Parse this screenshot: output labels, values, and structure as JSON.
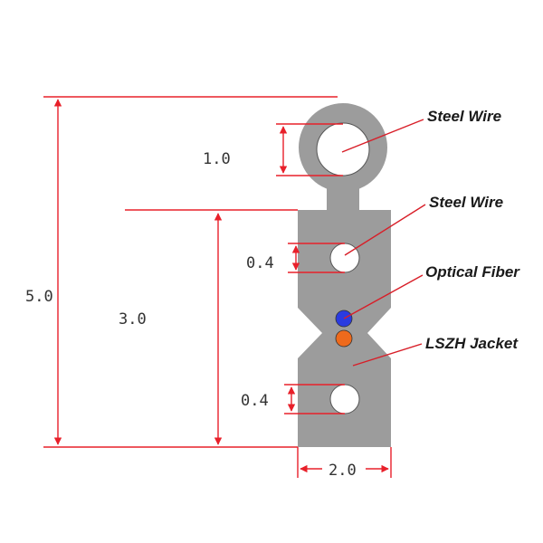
{
  "colors": {
    "jacket": "#9c9c9c",
    "jacket_edge": "#ffffff",
    "hole_fill": "#ffffff",
    "dimension_line": "#e8202a",
    "callout_line": "#d81e28",
    "fiber_blue": "#2a3be0",
    "fiber_orange": "#ee6a1c"
  },
  "dimensions": {
    "total_height": "5.0",
    "jacket_height": "3.0",
    "messenger_wire_diameter": "1.0",
    "upper_wire_diameter": "0.4",
    "lower_wire_diameter": "0.4",
    "jacket_width": "2.0"
  },
  "labels": {
    "messenger_steel_wire": "Steel Wire",
    "steel_wire": "Steel Wire",
    "optical_fiber": "Optical Fiber",
    "jacket": "LSZH Jacket"
  }
}
